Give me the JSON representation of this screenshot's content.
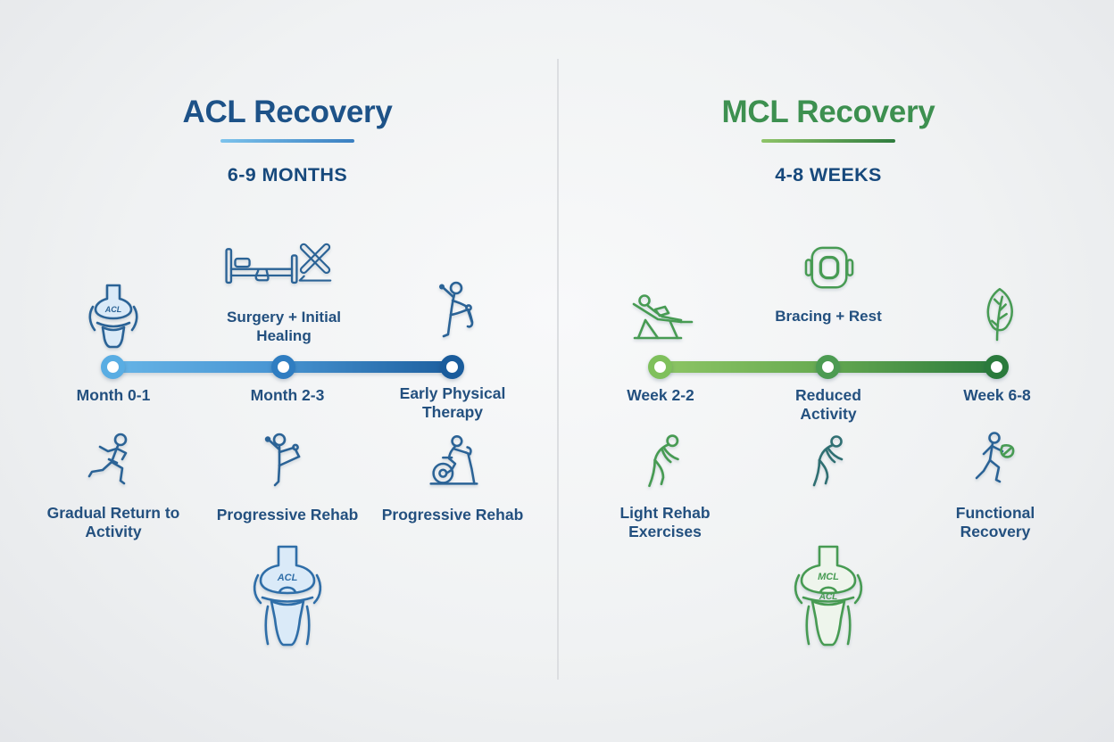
{
  "page": {
    "background_color": "#eef0f2",
    "divider_color": "#dcdee1",
    "text_color": "#23507f"
  },
  "acl": {
    "title": "ACL Recovery",
    "title_color": "#1d5288",
    "duration": "6-9 MONTHS",
    "accent_light": "#66b4e6",
    "accent_dark": "#1d5f9f",
    "icon_color": "#2b6396",
    "node_colors": [
      "#59ade3",
      "#2f7dc1",
      "#1a5c9c"
    ],
    "timeline": {
      "nodes": [
        {
          "icon": "knee-joint-icon",
          "below": "Month 0-1"
        },
        {
          "icon": "hospital-bed-icon + crossed-scalpels-icon",
          "above": "Surgery + Initial Healing",
          "below": "Month 2-3"
        },
        {
          "icon": "physio-exercise-person-icon",
          "below": "Early Physical Therapy"
        }
      ]
    },
    "activities": [
      {
        "icon": "running-person-icon",
        "label": "Gradual Return to Activity"
      },
      {
        "icon": "leg-raise-person-icon",
        "label": "Progressive Rehab"
      },
      {
        "icon": "exercise-bike-person-icon",
        "label": "Progressive Rehab"
      }
    ],
    "knee_diagram": {
      "label": "ACL"
    }
  },
  "mcl": {
    "title": "MCL Recovery",
    "title_color": "#3d9050",
    "duration": "4-8 WEEKS",
    "accent_light": "#8dc565",
    "accent_dark": "#2c7b3d",
    "icon_color": "#479b53",
    "node_colors": [
      "#7fc05c",
      "#4c9b52",
      "#2a7a3c"
    ],
    "timeline": {
      "nodes": [
        {
          "icon": "lounge-rest-person-icon",
          "below": "Week 2-2"
        },
        {
          "icon": "knee-brace-icon",
          "above": "Bracing + Rest",
          "below": "Reduced Activity"
        },
        {
          "icon": "leaf-icon",
          "below": "Week 6-8"
        }
      ]
    },
    "activities": [
      {
        "icon": "bending-person-icon",
        "label": "Light Rehab Exercises"
      },
      {
        "icon": "bending-person-icon"
      },
      {
        "icon": "walking-leaf-person-icon",
        "label": "Functional Recovery"
      }
    ],
    "knee_diagram": {
      "label_top": "MCL",
      "label_bottom": "ACL"
    }
  }
}
